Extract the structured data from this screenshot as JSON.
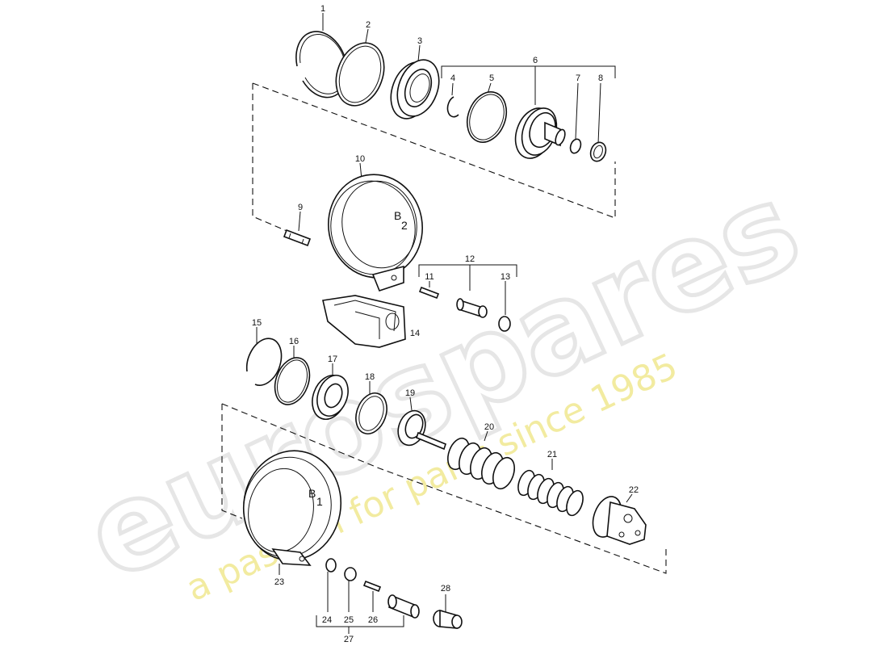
{
  "watermark": {
    "brand": "eurospares",
    "tagline": "a passion for parts since 1985",
    "colors": {
      "brand": "#e6e6e6",
      "tagline": "#f2eba0"
    }
  },
  "callouts": {
    "n1": "1",
    "n2": "2",
    "n3": "3",
    "n4": "4",
    "n5": "5",
    "n6": "6",
    "n7": "7",
    "n8": "8",
    "n9": "9",
    "n10": "10",
    "n11": "11",
    "n12": "12",
    "n13": "13",
    "n14": "14",
    "n15": "15",
    "n16": "16",
    "n17": "17",
    "n18": "18",
    "n19": "19",
    "n20": "20",
    "n21": "21",
    "n22": "22",
    "n23": "23",
    "n24": "24",
    "n25": "25",
    "n26": "26",
    "n27": "27",
    "n28": "28"
  },
  "band_marks": {
    "upper": {
      "letter": "B",
      "index": "2"
    },
    "lower": {
      "letter": "B",
      "index": "1"
    }
  }
}
